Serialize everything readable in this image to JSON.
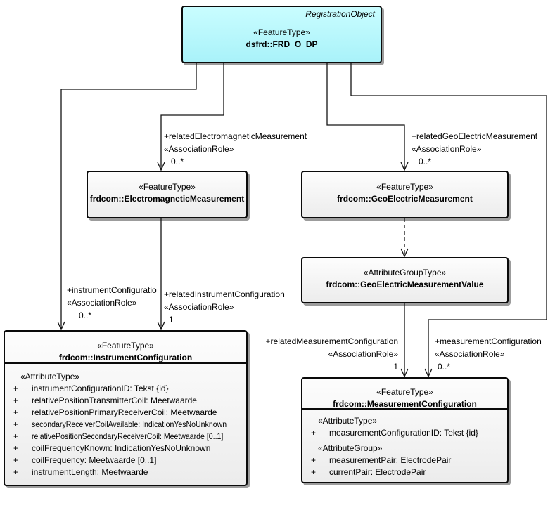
{
  "classes": {
    "frd_o_dp": {
      "tag": "RegistrationObject",
      "stereotype": "«FeatureType»",
      "name": "dsfrd::FRD_O_DP"
    },
    "electromagnetic_measurement": {
      "stereotype": "«FeatureType»",
      "name": "frdcom::ElectromagneticMeasurement"
    },
    "geo_electric_measurement": {
      "stereotype": "«FeatureType»",
      "name": "frdcom::GeoElectricMeasurement"
    },
    "geo_electric_measurement_value": {
      "stereotype": "«AttributeGroupType»",
      "name": "frdcom::GeoElectricMeasurementValue"
    },
    "instrument_configuration": {
      "stereotype": "«FeatureType»",
      "name": "frdcom::InstrumentConfiguration",
      "rows": [
        {
          "vis": "",
          "text": "«AttributeType»"
        },
        {
          "vis": "+",
          "text": "instrumentConfigurationID: Tekst {id}"
        },
        {
          "vis": "+",
          "text": "relativePositionTransmitterCoil: Meetwaarde"
        },
        {
          "vis": "+",
          "text": "relativePositionPrimaryReceiverCoil: Meetwaarde"
        },
        {
          "vis": "+",
          "text": "secondaryReceiverCoilAvailable: IndicationYesNoUnknown"
        },
        {
          "vis": "+",
          "text": "relativePositionSecondaryReceiverCoil: Meetwaarde [0..1]"
        },
        {
          "vis": "+",
          "text": "coilFrequencyKnown: IndicationYesNoUnknown"
        },
        {
          "vis": "+",
          "text": "coilFrequency: Meetwaarde [0..1]"
        },
        {
          "vis": "+",
          "text": "instrumentLength: Meetwaarde"
        }
      ]
    },
    "measurement_configuration": {
      "stereotype": "«FeatureType»",
      "name": "frdcom::MeasurementConfiguration",
      "rows": [
        {
          "vis": "",
          "text": "«AttributeType»"
        },
        {
          "vis": "+",
          "text": "measurementConfigurationID: Tekst {id}"
        },
        {
          "vis": "",
          "text": "«AttributeGroup»"
        },
        {
          "vis": "+",
          "text": "measurementPair: ElectrodePair"
        },
        {
          "vis": "+",
          "text": "currentPair: ElectrodePair"
        }
      ]
    }
  },
  "association_labels": {
    "related_electromagnetic_measurement": {
      "role": "+relatedElectromagneticMeasurement",
      "stereotype": "«AssociationRole»",
      "multiplicity": "0..*"
    },
    "related_geo_electric_measurement": {
      "role": "+relatedGeoElectricMeasurement",
      "stereotype": "«AssociationRole»",
      "multiplicity": "0..*"
    },
    "instrument_configuration": {
      "role": "+instrumentConfiguratio",
      "stereotype": "«AssociationRole»",
      "multiplicity": "0..*"
    },
    "related_instrument_configuration": {
      "role": "+relatedInstrumentConfiguration",
      "stereotype": "«AssociationRole»",
      "multiplicity": "1"
    },
    "related_measurement_configuration": {
      "role": "+relatedMeasurementConfiguration",
      "stereotype": "«AssociationRole»",
      "multiplicity": "1"
    },
    "measurement_configuration": {
      "role": "+measurementConfiguration",
      "stereotype": "«AssociationRole»",
      "multiplicity": "0..*"
    }
  },
  "colors": {
    "feature_root_fill_top": "#c9fdff",
    "feature_root_fill_bottom": "#a9f2f9",
    "class_fill_top": "#fdfdfd",
    "class_fill_bottom": "#ececec",
    "border": "#0a0a0a",
    "shadow": "#9c9c9c",
    "connector": "#141414"
  }
}
